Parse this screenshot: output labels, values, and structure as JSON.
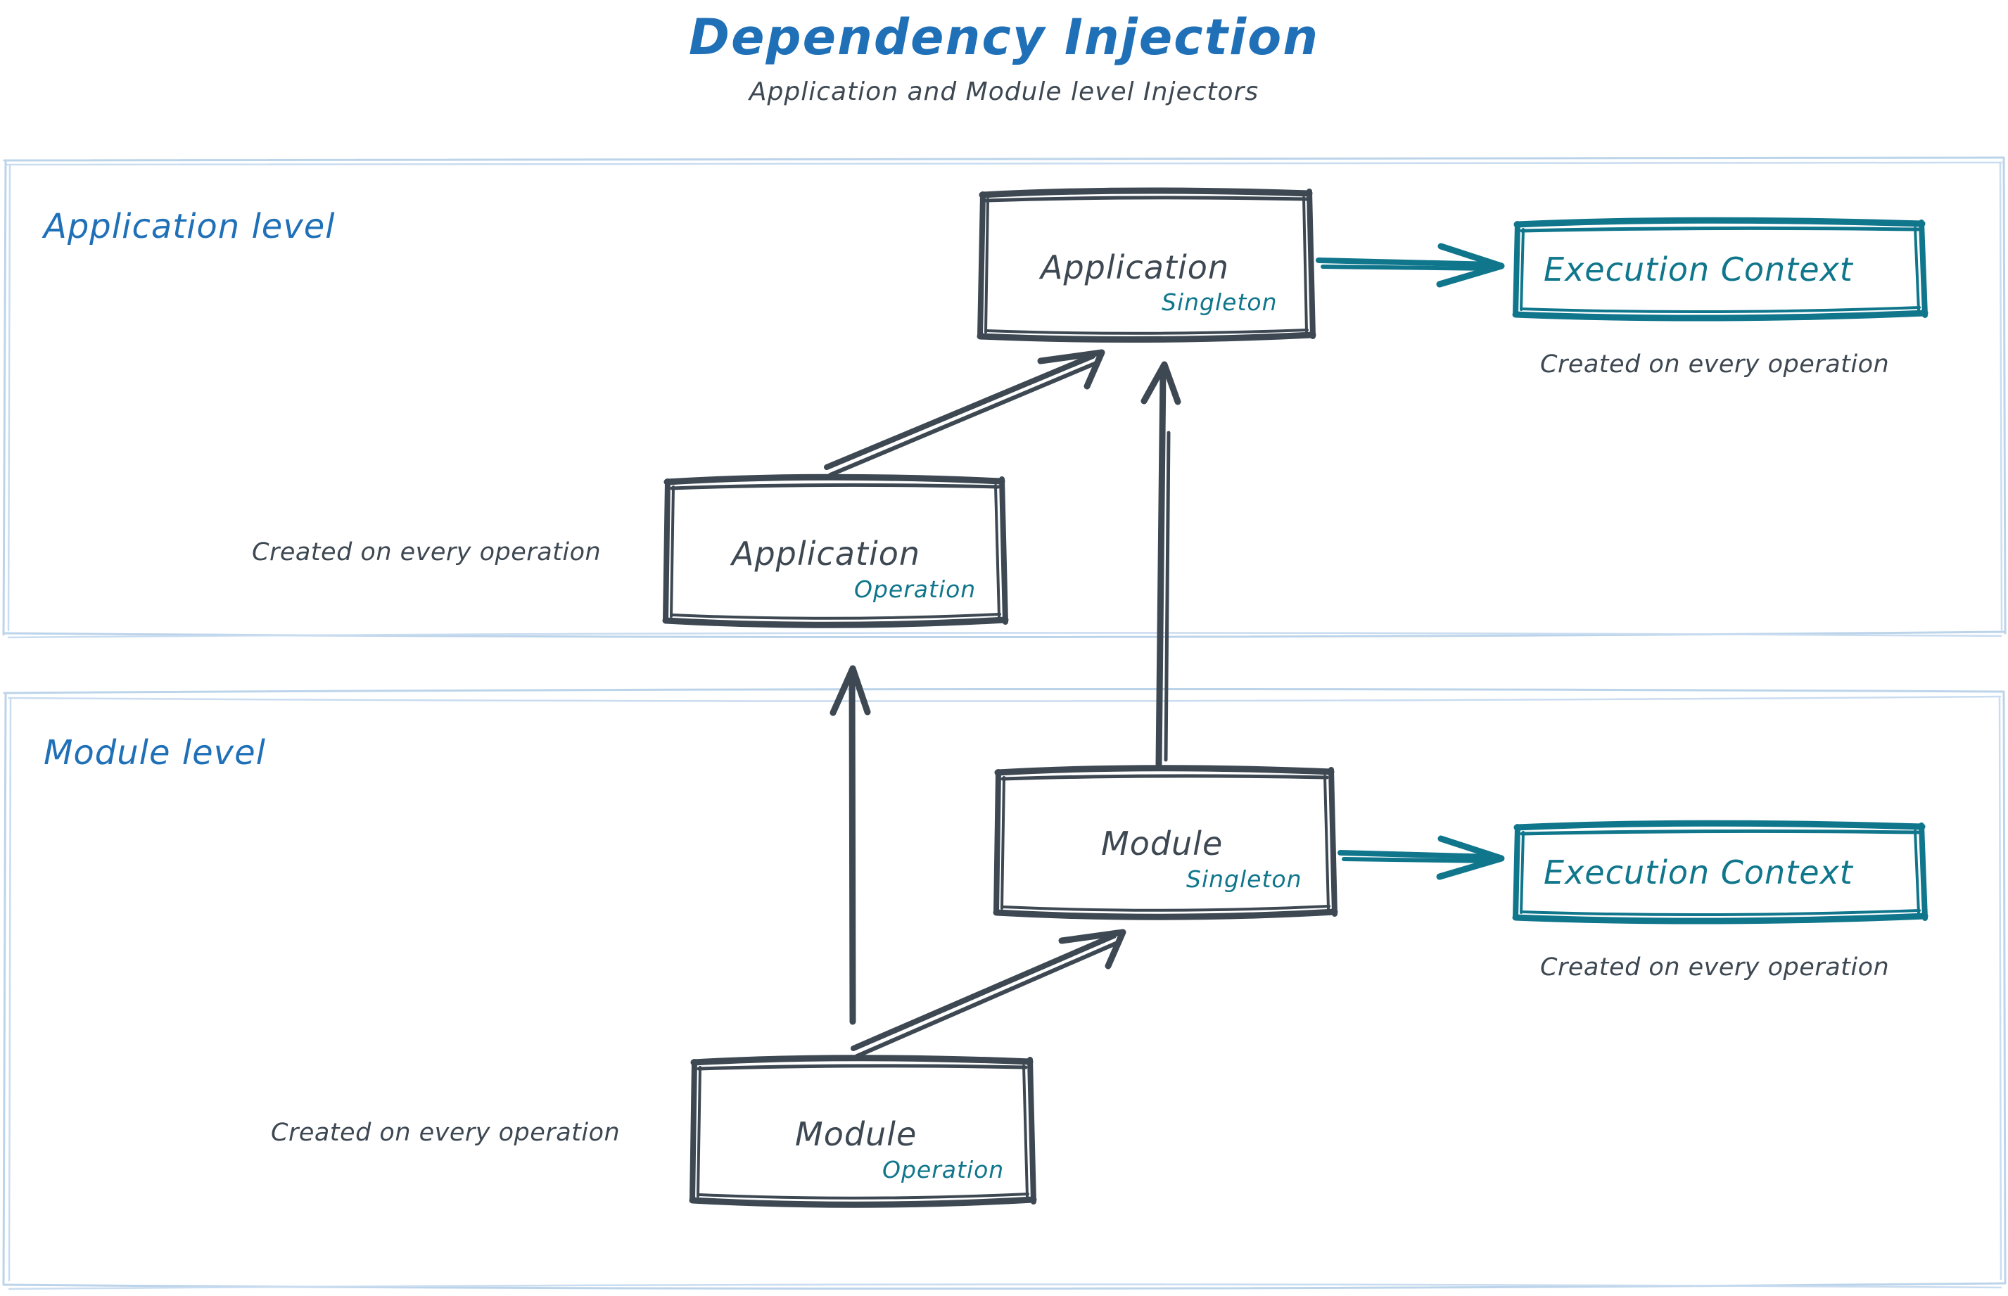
{
  "header": {
    "title": "Dependency Injection",
    "subtitle": "Application and Module level Injectors"
  },
  "colors": {
    "title_blue": "#2070b8",
    "lane_border_blue": "#bcd4ea",
    "node_stroke_gray": "#3d4852",
    "scope_teal": "#10768c",
    "text_gray": "#3d4852",
    "background": "#ffffff"
  },
  "lanes": [
    {
      "id": "application-level",
      "label": "Application level",
      "nodes": [
        {
          "id": "application-singleton",
          "title": "Application",
          "scope": "Singleton",
          "style": "gray-box"
        },
        {
          "id": "application-execution-context",
          "title": "Execution Context",
          "scope": "",
          "style": "teal-box",
          "caption": "Created on every operation"
        },
        {
          "id": "application-operation",
          "title": "Application",
          "scope": "Operation",
          "style": "gray-box",
          "caption": "Created on every operation"
        }
      ],
      "edges": [
        {
          "id": "app-singleton-to-execution-context",
          "from": "application-singleton",
          "to": "application-execution-context",
          "color": "teal"
        },
        {
          "id": "app-operation-to-app-singleton",
          "from": "application-operation",
          "to": "application-singleton",
          "color": "gray"
        }
      ]
    },
    {
      "id": "module-level",
      "label": "Module level",
      "nodes": [
        {
          "id": "module-singleton",
          "title": "Module",
          "scope": "Singleton",
          "style": "gray-box"
        },
        {
          "id": "module-execution-context",
          "title": "Execution Context",
          "scope": "",
          "style": "teal-box",
          "caption": "Created on every operation"
        },
        {
          "id": "module-operation",
          "title": "Module",
          "scope": "Operation",
          "style": "gray-box",
          "caption": "Created on every operation"
        }
      ],
      "edges": [
        {
          "id": "module-singleton-to-execution-context",
          "from": "module-singleton",
          "to": "module-execution-context",
          "color": "teal"
        },
        {
          "id": "module-operation-to-module-singleton",
          "from": "module-operation",
          "to": "module-singleton",
          "color": "gray"
        }
      ]
    }
  ],
  "cross_lane_edges": [
    {
      "id": "module-singleton-to-application-singleton",
      "from": "module-singleton",
      "to": "application-singleton",
      "color": "gray"
    },
    {
      "id": "module-operation-to-application-operation",
      "from": "module-operation",
      "to": "application-operation",
      "color": "gray"
    }
  ],
  "captions": {
    "app_operation_caption": "Created on every operation",
    "app_context_caption": "Created on every operation",
    "module_operation_caption": "Created on every operation",
    "module_context_caption": "Created on every operation"
  }
}
